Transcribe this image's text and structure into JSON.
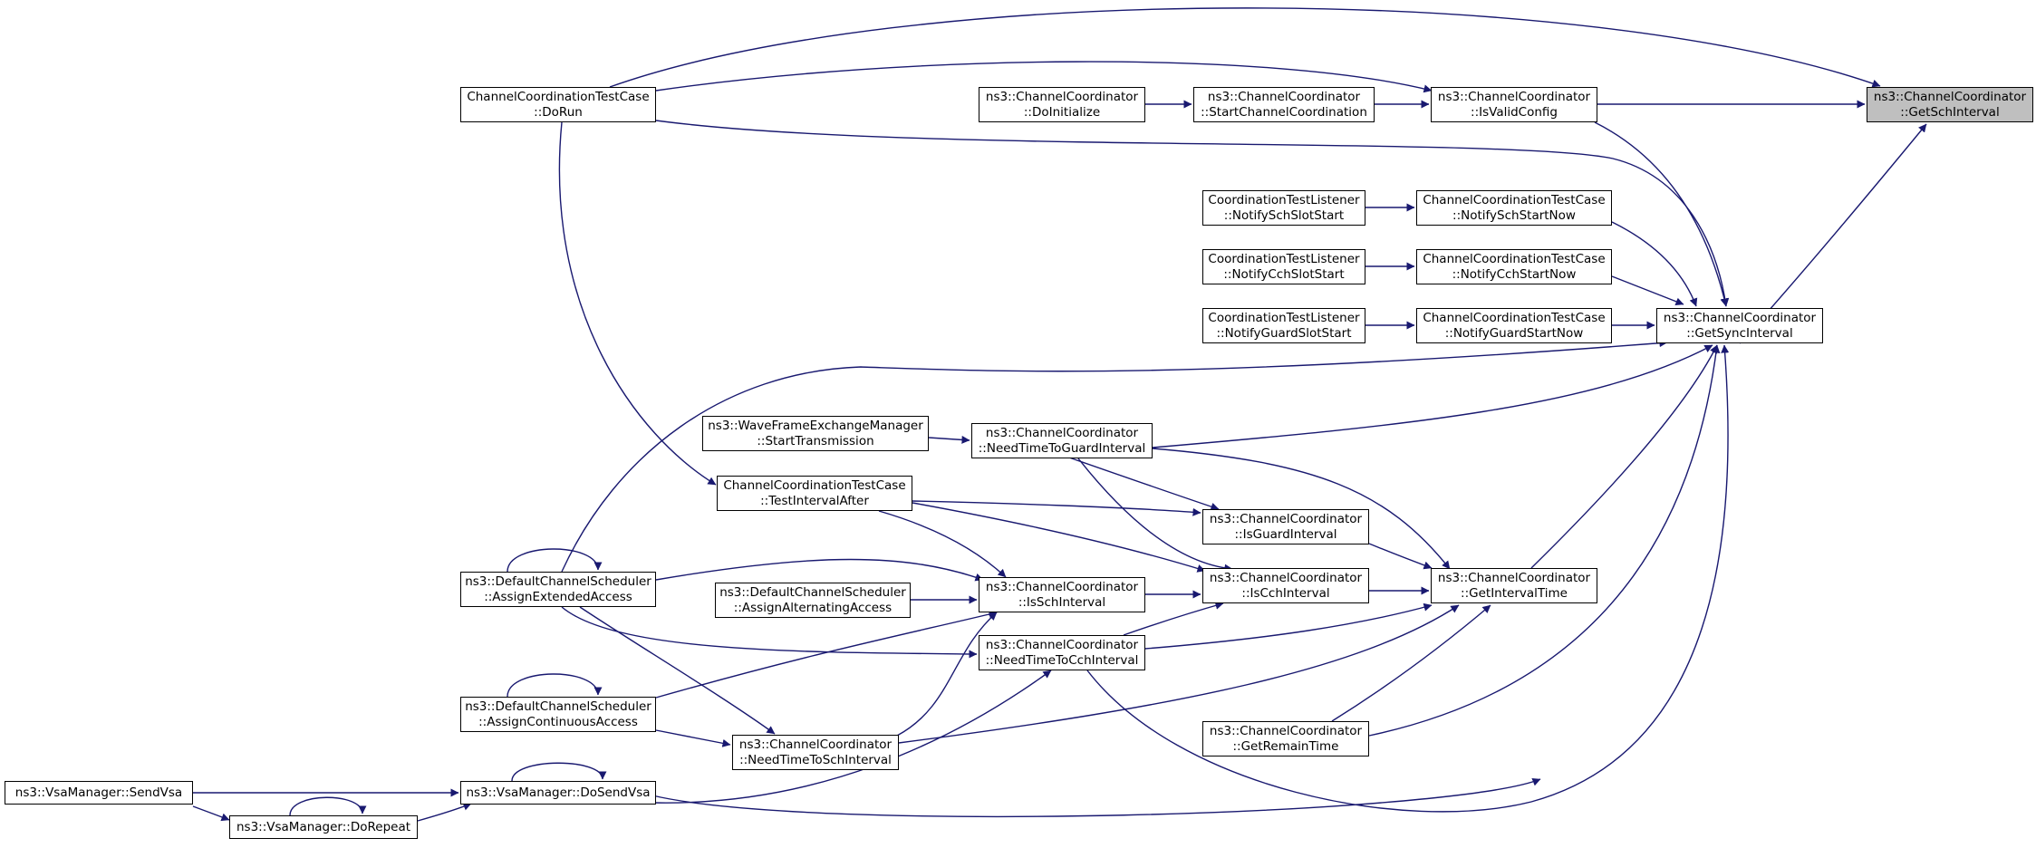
{
  "colors": {
    "edge": "#191970",
    "root_fill": "#bfbfbf",
    "node_fill": "#ffffff",
    "border": "#000000"
  },
  "nodes": [
    {
      "id": "n0",
      "l1": "ns3::ChannelCoordinator",
      "l2": "::GetSchInterval"
    },
    {
      "id": "n1",
      "l1": "ChannelCoordinationTestCase",
      "l2": "::DoRun"
    },
    {
      "id": "n2",
      "l1": "ns3::ChannelCoordinator",
      "l2": "::IsValidConfig"
    },
    {
      "id": "n3",
      "l1": "ns3::ChannelCoordinator",
      "l2": "::StartChannelCoordination"
    },
    {
      "id": "n4",
      "l1": "ns3::ChannelCoordinator",
      "l2": "::DoInitialize"
    },
    {
      "id": "n5",
      "l1": "ns3::ChannelCoordinator",
      "l2": "::GetSyncInterval"
    },
    {
      "id": "n6",
      "l1": "ChannelCoordinationTestCase",
      "l2": "::NotifySchStartNow"
    },
    {
      "id": "n7",
      "l1": "CoordinationTestListener",
      "l2": "::NotifySchSlotStart"
    },
    {
      "id": "n8",
      "l1": "ChannelCoordinationTestCase",
      "l2": "::NotifyCchStartNow"
    },
    {
      "id": "n9",
      "l1": "CoordinationTestListener",
      "l2": "::NotifyCchSlotStart"
    },
    {
      "id": "n10",
      "l1": "ChannelCoordinationTestCase",
      "l2": "::NotifyGuardStartNow"
    },
    {
      "id": "n11",
      "l1": "CoordinationTestListener",
      "l2": "::NotifyGuardSlotStart"
    },
    {
      "id": "n12",
      "l1": "ns3::DefaultChannelScheduler",
      "l2": "::AssignExtendedAccess"
    },
    {
      "id": "n13",
      "l1": "ns3::ChannelCoordinator",
      "l2": "::GetIntervalTime"
    },
    {
      "id": "n14",
      "l1": "ns3::ChannelCoordinator",
      "l2": "::IsCchInterval"
    },
    {
      "id": "n15",
      "l1": "ns3::ChannelCoordinator",
      "l2": "::IsSchInterval"
    },
    {
      "id": "n16",
      "l1": "ns3::DefaultChannelScheduler",
      "l2": "::AssignAlternatingAccess"
    },
    {
      "id": "n17",
      "l1": "ns3::ChannelCoordinator",
      "l2": "::NeedTimeToCchInterval"
    },
    {
      "id": "n18",
      "l1": "ns3::DefaultChannelScheduler",
      "l2": "::AssignContinuousAccess"
    },
    {
      "id": "n19",
      "l1": "ns3::ChannelCoordinator",
      "l2": "::NeedTimeToSchInterval"
    },
    {
      "id": "n20",
      "l1": "ns3::VsaManager::DoSendVsa",
      "l2": ""
    },
    {
      "id": "n21",
      "l1": "ns3::VsaManager::SendVsa",
      "l2": ""
    },
    {
      "id": "n22",
      "l1": "ns3::VsaManager::DoRepeat",
      "l2": ""
    },
    {
      "id": "n23",
      "l1": "ns3::ChannelCoordinator",
      "l2": "::GetRemainTime"
    },
    {
      "id": "n24",
      "l1": "ChannelCoordinationTestCase",
      "l2": "::TestIntervalAfter"
    },
    {
      "id": "n25",
      "l1": "ns3::ChannelCoordinator",
      "l2": "::IsGuardInterval"
    },
    {
      "id": "n26",
      "l1": "ns3::ChannelCoordinator",
      "l2": "::NeedTimeToGuardInterval"
    },
    {
      "id": "n27",
      "l1": "ns3::WaveFrameExchangeManager",
      "l2": "::StartTransmission"
    }
  ]
}
